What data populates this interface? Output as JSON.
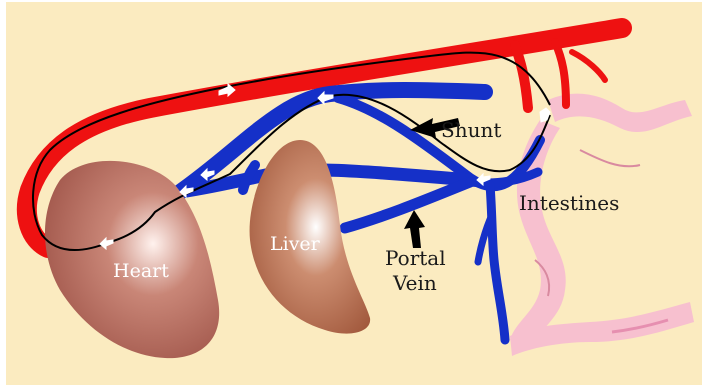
{
  "labels": {
    "heart": "Heart",
    "liver": "Liver",
    "shunt": "Shunt",
    "intestines": "Intestines",
    "portal_vein_line1": "Portal",
    "portal_vein_line2": "Vein"
  },
  "colors": {
    "background": "#fbebc0",
    "artery": "#ee1111",
    "vein": "#1530c8",
    "blood_path": "#000000",
    "flow_arrow": "#ffffff",
    "intestines": "#f7c0cf",
    "heart": "#a85a4e",
    "liver": "#a45a3d"
  },
  "icons": {
    "flow_arrow": "flow-direction-arrow-icon",
    "pointer_arrow": "pointer-arrow-icon"
  }
}
